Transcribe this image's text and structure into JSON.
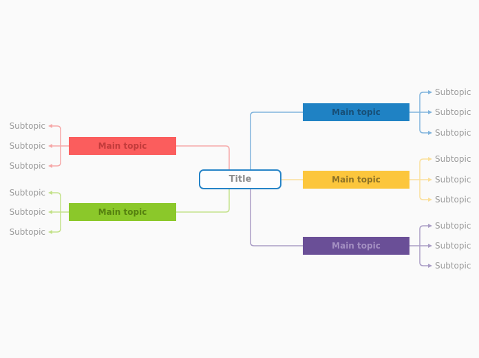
{
  "canvas": {
    "background": "#fafafa"
  },
  "mindmap": {
    "title": {
      "label": "Title",
      "border_color": "#2583c7",
      "text_color": "#8d8d8d",
      "fill": "#fdfdfe"
    },
    "subtopic_text_color": "#9b9b9b",
    "branches": [
      {
        "id": "red",
        "side": "left",
        "label": "Main topic",
        "color": "#fb5d5d",
        "text_color": "#c23b3b",
        "line_color": "#f6a8a8",
        "subtopics": [
          "Subtopic",
          "Subtopic",
          "Subtopic"
        ]
      },
      {
        "id": "green",
        "side": "left",
        "label": "Main topic",
        "color": "#8bc82a",
        "text_color": "#55800f",
        "line_color": "#c3e18a",
        "subtopics": [
          "Subtopic",
          "Subtopic",
          "Subtopic"
        ]
      },
      {
        "id": "blue",
        "side": "right",
        "label": "Main topic",
        "color": "#1f82c4",
        "text_color": "#174f77",
        "line_color": "#7fb3dc",
        "subtopics": [
          "Subtopic",
          "Subtopic",
          "Subtopic"
        ]
      },
      {
        "id": "yellow",
        "side": "right",
        "label": "Main topic",
        "color": "#fcc63c",
        "text_color": "#8d7226",
        "line_color": "#fadf9b",
        "subtopics": [
          "Subtopic",
          "Subtopic",
          "Subtopic"
        ]
      },
      {
        "id": "purple",
        "side": "right",
        "label": "Main topic",
        "color": "#6a4f97",
        "text_color": "#a490c2",
        "line_color": "#a99cc5",
        "subtopics": [
          "Subtopic",
          "Subtopic",
          "Subtopic"
        ]
      }
    ]
  }
}
